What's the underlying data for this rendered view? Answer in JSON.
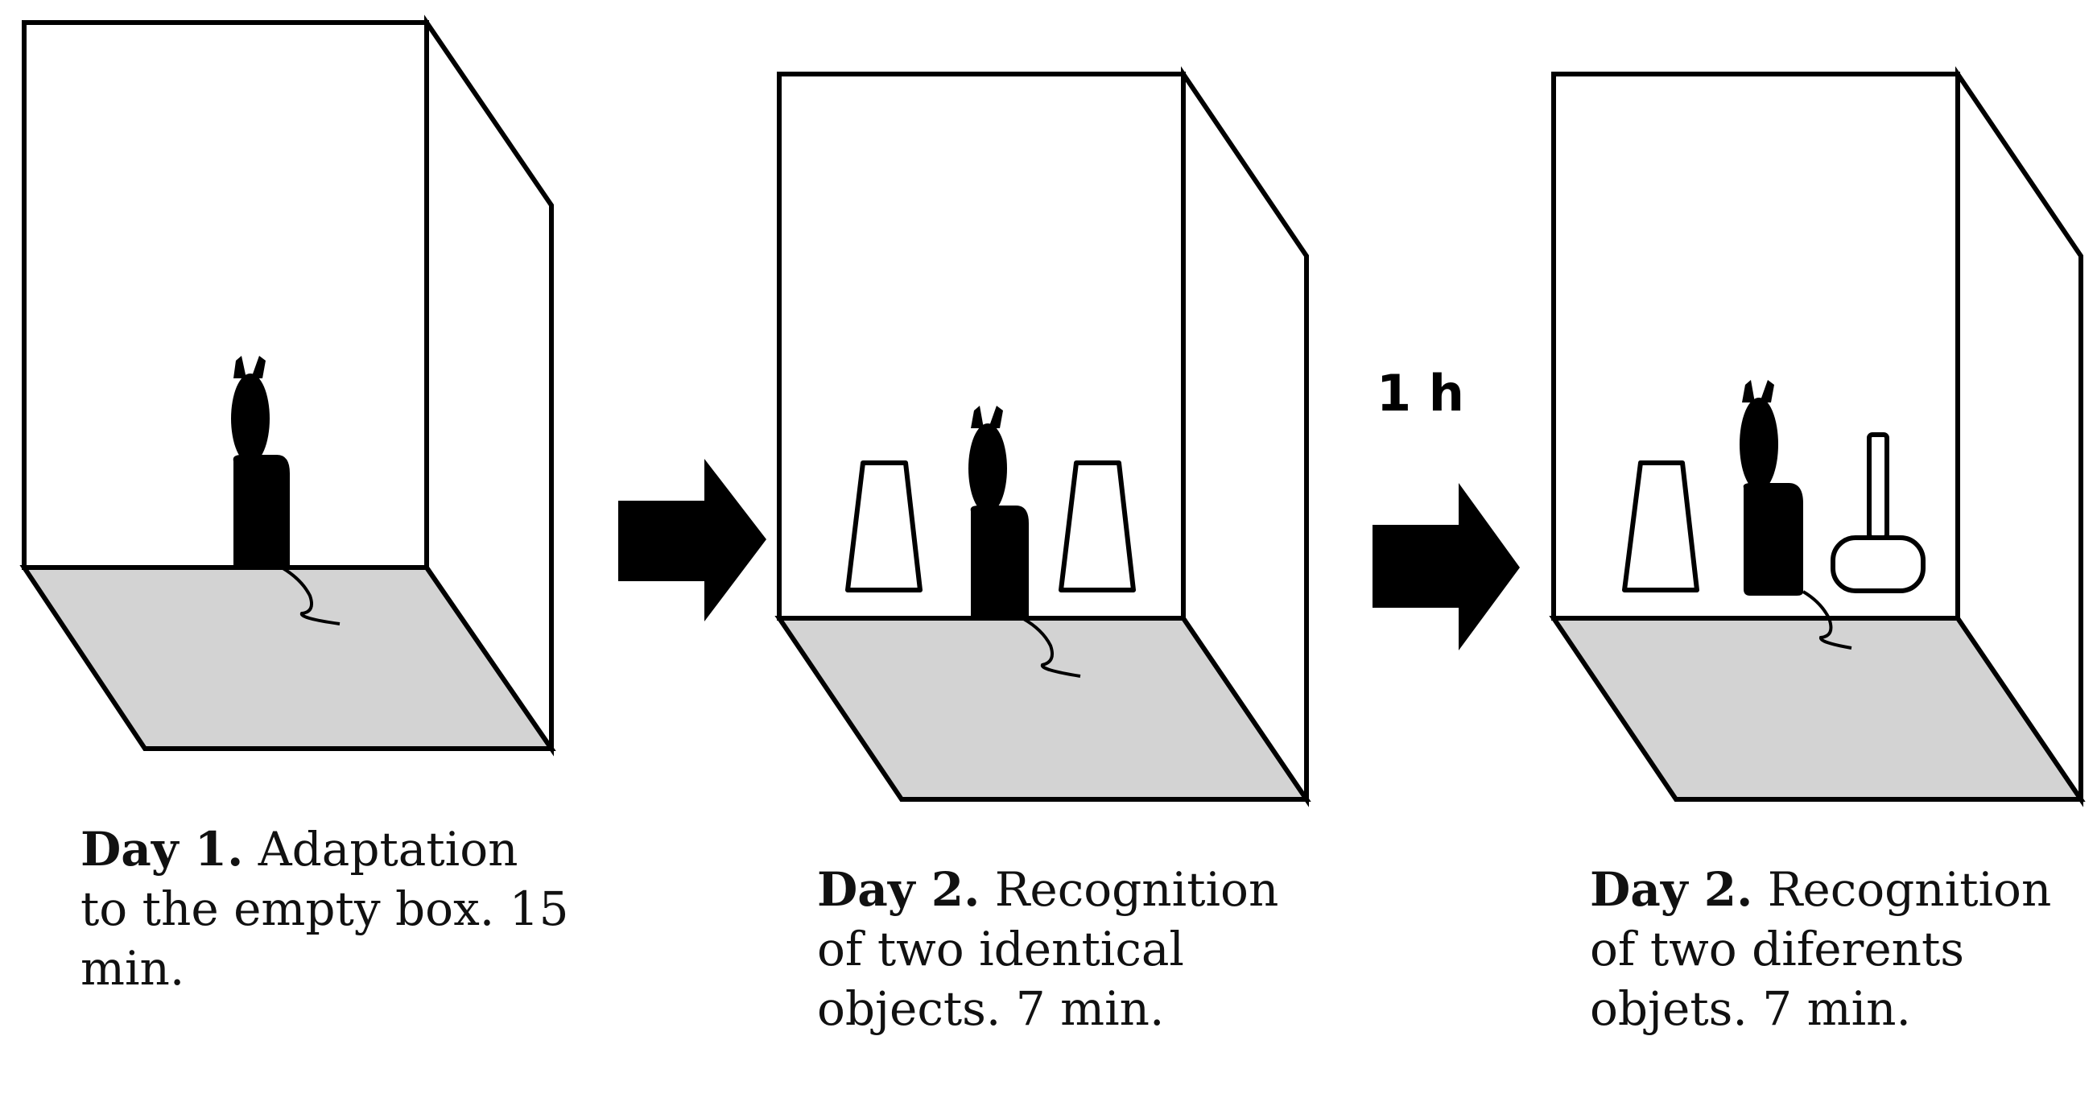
{
  "stages": [
    {
      "day_label": "Day 1.",
      "description": "Adaptation to the empty box. 15 min.",
      "objects": []
    },
    {
      "day_label": "Day 2.",
      "description": "Recognition of two identical objects. 7 min.",
      "objects": [
        "cup",
        "cup"
      ]
    },
    {
      "day_label": "Day 2.",
      "description": "Recognition of two diferents objets. 7 min.",
      "objects": [
        "cup",
        "hammer"
      ]
    }
  ],
  "interval_label": "1 h",
  "colors": {
    "floor": "#d3d3d3",
    "line": "#000000",
    "mouse": "#000000",
    "arrow": "#000000"
  },
  "icons": [
    "box-icon",
    "mouse-icon",
    "cup-icon",
    "hammer-icon",
    "arrow-icon"
  ]
}
